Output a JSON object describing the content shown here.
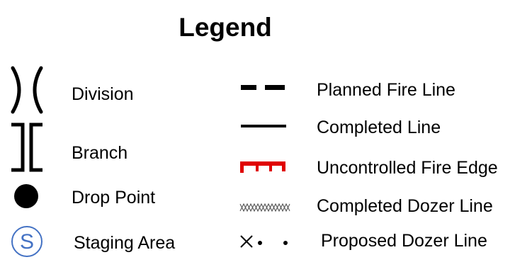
{
  "legend": {
    "title": "Legend",
    "left_items": [
      {
        "label": "Division",
        "icon": "division-symbol"
      },
      {
        "label": "Branch",
        "icon": "branch-symbol"
      },
      {
        "label": "Drop Point",
        "icon": "filled-circle"
      },
      {
        "label": "Staging Area",
        "icon": "circled-s"
      }
    ],
    "right_items": [
      {
        "label": "Planned Fire Line",
        "icon": "dashed-line"
      },
      {
        "label": "Completed Line",
        "icon": "solid-line"
      },
      {
        "label": "Uncontrolled Fire Edge",
        "icon": "red-comb-line"
      },
      {
        "label": "Completed Dozer Line",
        "icon": "crosshatch-line"
      },
      {
        "label": "Proposed Dozer Line",
        "icon": "x-dot-line"
      }
    ],
    "staging_letter": "S",
    "colors": {
      "text": "#000000",
      "fire_edge": "#e00000",
      "staging": "#4472c4",
      "dozer_hatch": "#555555"
    }
  }
}
